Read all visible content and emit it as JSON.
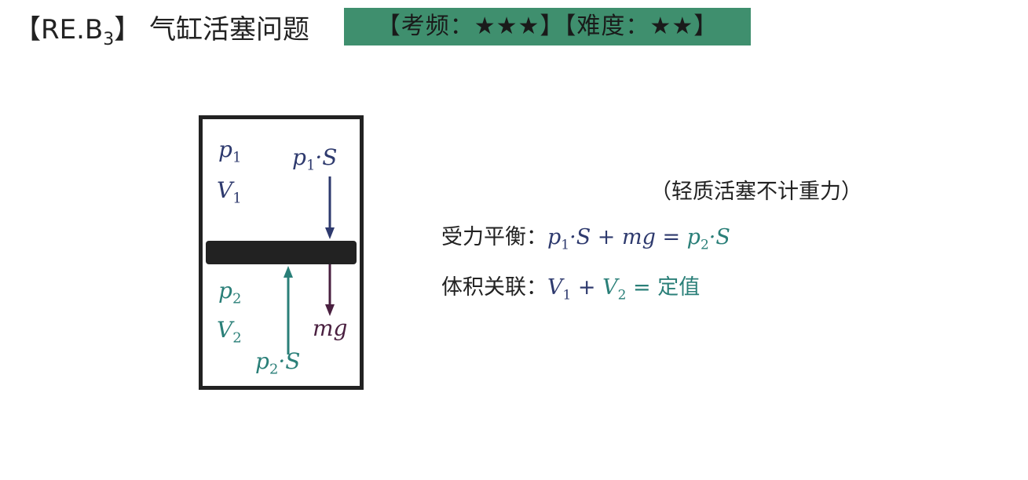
{
  "header": {
    "code_prefix": "【RE.B",
    "code_sub": "3",
    "code_suffix": "】",
    "title": "气缸活塞问题",
    "badge": "【考频：★★★】【难度：★★】"
  },
  "diagram": {
    "top_pressure": "p",
    "top_pressure_sub": "1",
    "top_volume": "V",
    "top_volume_sub": "1",
    "bottom_pressure": "p",
    "bottom_pressure_sub": "2",
    "bottom_volume": "V",
    "bottom_volume_sub": "2",
    "force_top": "p",
    "force_top_sub": "1",
    "force_top_s": "·S",
    "force_bottom": "p",
    "force_bottom_sub": "2",
    "force_bottom_s": "·S",
    "gravity": "mg"
  },
  "notes": {
    "note": "（轻质活塞不计重力）",
    "balance_label": "受力平衡：",
    "balance_lhs": "p",
    "balance_lhs_sub": "1",
    "balance_lhs_rest": "·S + mg = ",
    "balance_rhs": "p",
    "balance_rhs_sub": "2",
    "balance_rhs_rest": "·S",
    "volume_label": "体积关联：",
    "v1": "V",
    "v1_sub": "1",
    "plus": " + ",
    "v2": "V",
    "v2_sub": "2",
    "eq_rest": " = 定值"
  },
  "colors": {
    "badge": "#3f8f6e",
    "blue": "#2e3a6e",
    "teal": "#2a7f78",
    "maroon": "#4a2040"
  }
}
